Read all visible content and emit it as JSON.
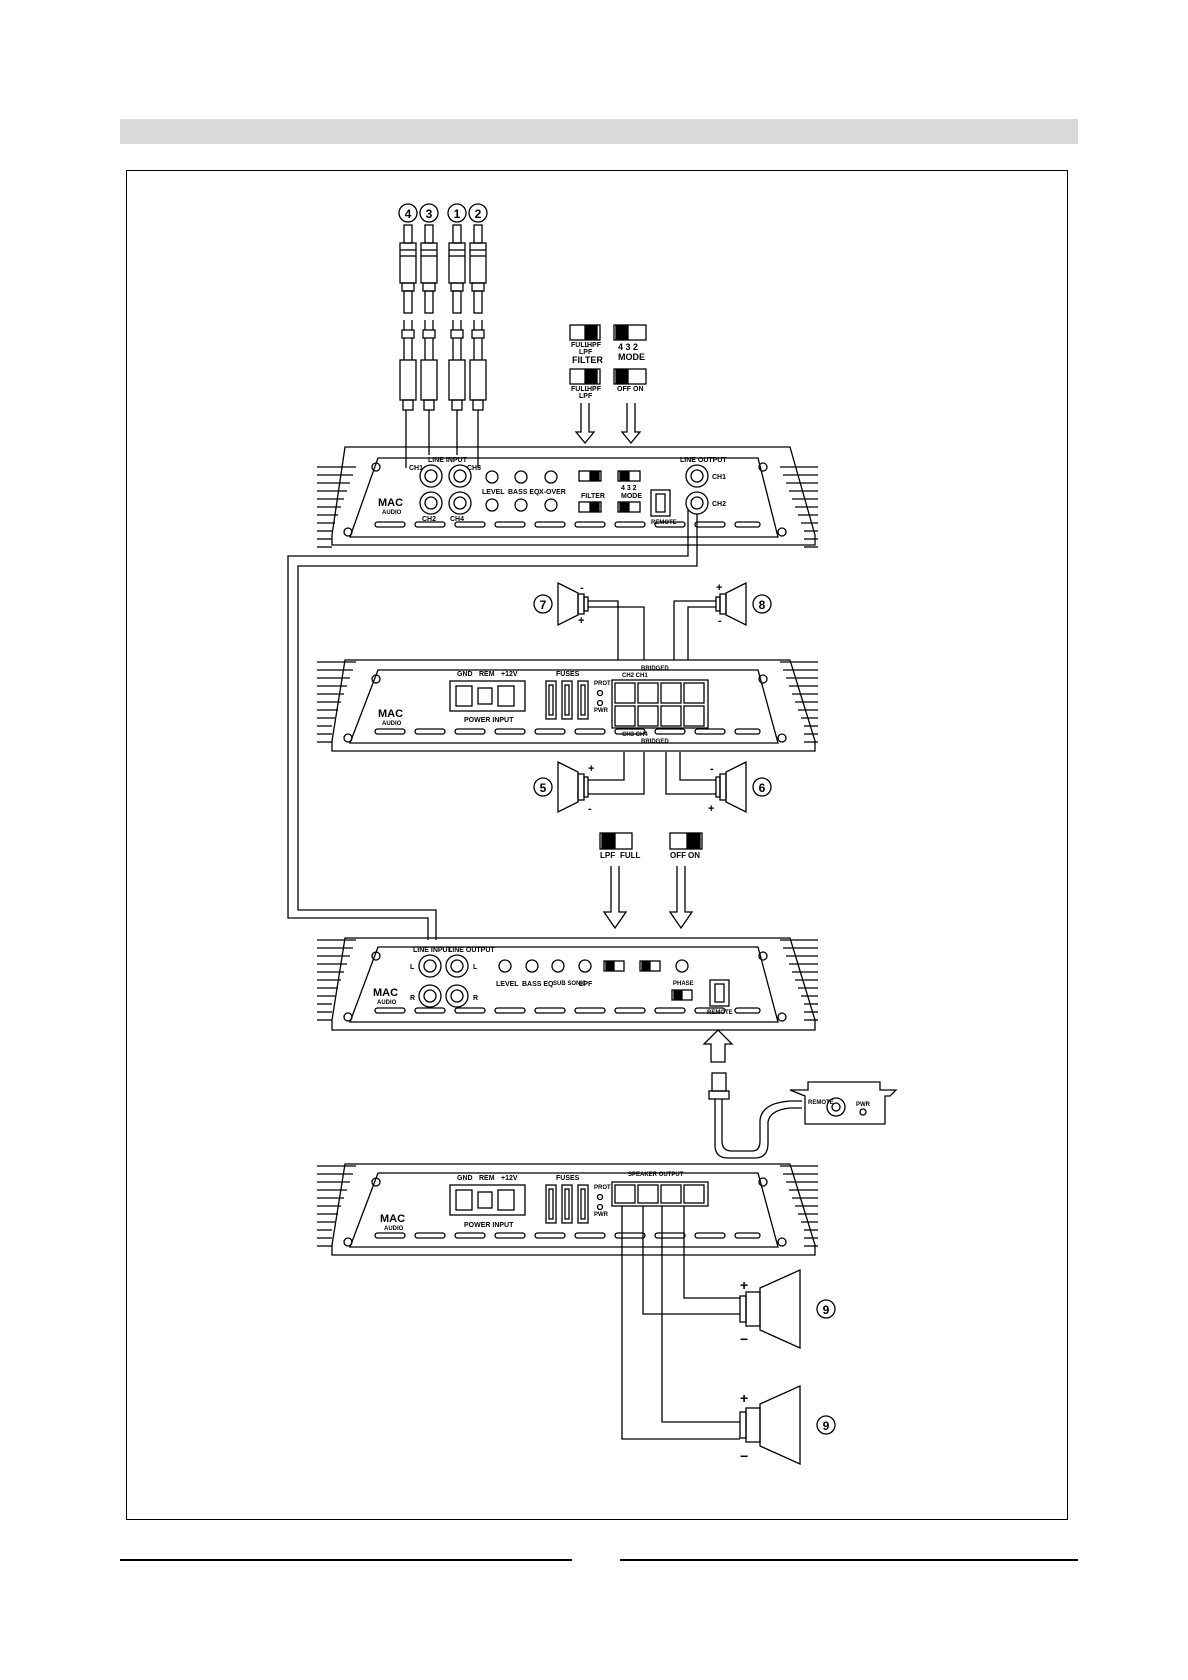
{
  "colors": {
    "header_bar": "#d9d9d9",
    "ink": "#000000",
    "panel_fill": "#ffffff"
  },
  "rca_numbers": [
    "4",
    "3",
    "1",
    "2"
  ],
  "top_switches": {
    "filter_label_left": "FULL",
    "filter_label_right": "HPF",
    "filter_label_lpf": "LPF",
    "filter_title": "FILTER",
    "mode_label": "4 3 2",
    "mode_title": "MODE",
    "filter2_label_left": "FULL",
    "filter2_label_right": "HPF",
    "filter2_label_lpf": "LPF",
    "onoff_label_off": "OFF",
    "onoff_label_on": "ON"
  },
  "amp1_control": {
    "line_input": "LINE INPUT",
    "ch1": "CH1",
    "ch2": "CH2",
    "ch3": "CH3",
    "ch4": "CH4",
    "level": "LEVEL",
    "bass_eq": "BASS EQ",
    "xover": "X-OVER",
    "filter": "FILTER",
    "mode": "MODE",
    "mode_nums": "4 3 2",
    "line_output": "LINE OUTPUT",
    "out_ch1": "CH1",
    "out_ch2": "CH2",
    "remote": "REMOTE",
    "brand_top": "MAC",
    "brand_bottom": "AUDIO"
  },
  "amp1_power": {
    "gnd": "GND",
    "rem": "REM",
    "v12": "+12V",
    "power_input": "POWER INPUT",
    "fuses": "FUSES",
    "prot": "PROT",
    "pwr": "PWR",
    "bridged_top": "BRIDGED",
    "bridged_bottom": "BRIDGED",
    "ch_labels_top": "CH2 CH1",
    "ch_labels_bottom": "CH3 CH4",
    "brand_top": "MAC",
    "brand_bottom": "AUDIO"
  },
  "speakers": [
    "7",
    "8",
    "5",
    "6",
    "9",
    "9"
  ],
  "mid_switches": {
    "lpf": "LPF",
    "full": "FULL",
    "off": "OFF",
    "on": "ON"
  },
  "amp2_control": {
    "line_input": "LINE INPUT",
    "line_output": "LINE OUTPUT",
    "l": "L",
    "r": "R",
    "level": "LEVEL",
    "bass_eq": "BASS EQ",
    "sub_sonic": "SUB SONIC",
    "lpf": "LPF",
    "phase": "PHASE",
    "remote": "REMOTE",
    "brand_top": "MAC",
    "brand_bottom": "AUDIO"
  },
  "remote_box": {
    "label": "REMOTE",
    "pwr": "PWR"
  },
  "amp2_power": {
    "gnd": "GND",
    "rem": "REM",
    "v12": "+12V",
    "power_input": "POWER INPUT",
    "fuses": "FUSES",
    "prot": "PROT",
    "pwr": "PWR",
    "speaker_output": "SPEAKER OUTPUT",
    "brand_top": "MAC",
    "brand_bottom": "AUDIO"
  }
}
